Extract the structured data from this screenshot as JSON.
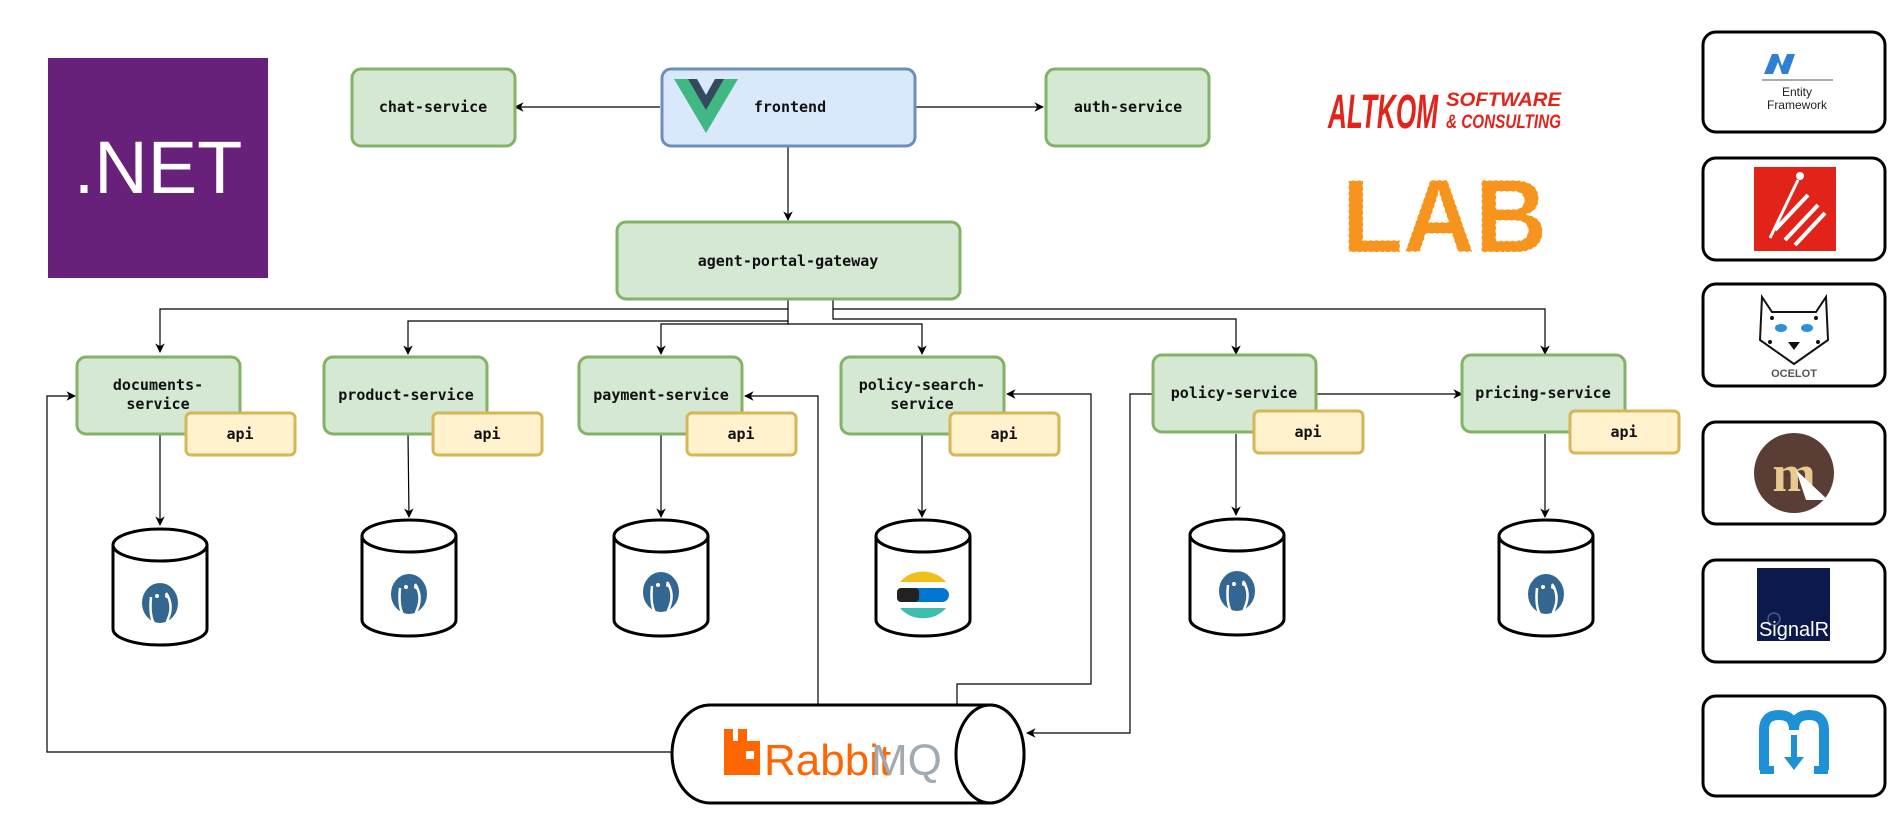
{
  "logos": {
    "dotnet": ".NET",
    "altkom_line1": "ALTKOM",
    "altkom_line2a": "SOFTWARE",
    "altkom_line2b": "& CONSULTING",
    "lab": "LAB",
    "rabbit_a": "Rabbit",
    "rabbit_b": "MQ"
  },
  "nodes": {
    "frontend": "frontend",
    "chat": "chat-service",
    "auth": "auth-service",
    "gateway": "agent-portal-gateway",
    "documents_1": "documents-",
    "documents_2": "service",
    "product": "product-service",
    "payment": "payment-service",
    "policy_search_1": "policy-search-",
    "policy_search_2": "service",
    "policy": "policy-service",
    "pricing": "pricing-service"
  },
  "api_label": "api",
  "tech_panel": {
    "ef_line1": "Entity",
    "ef_line2": "Framework",
    "ocelot": "OCELOT",
    "signalr": "SignalR"
  },
  "colors": {
    "service_fill": "#d5e8d4",
    "service_stroke": "#82b366",
    "frontend_fill": "#dae8fc",
    "frontend_stroke": "#6c8ebf",
    "api_fill": "#fff2cc",
    "api_stroke": "#d6b656",
    "dotnet_purple": "#68217a",
    "altkom_red": "#e2231a",
    "lab_orange": "#f7941d",
    "rabbit_orange": "#ff6600",
    "postgres_blue": "#336791"
  }
}
